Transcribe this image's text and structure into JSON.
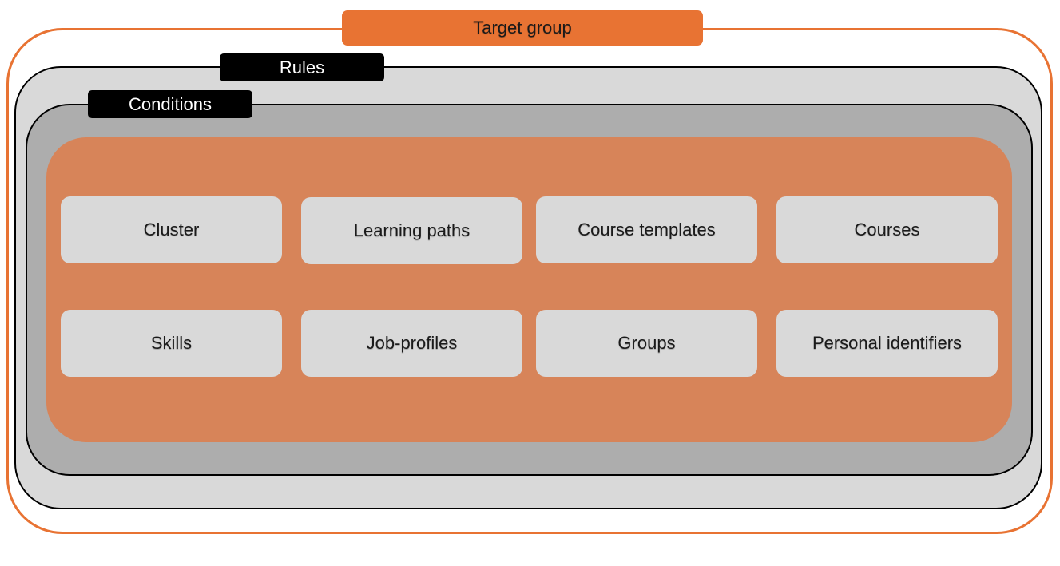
{
  "diagram": {
    "target_group": {
      "label": "Target group"
    },
    "rules": {
      "label": "Rules"
    },
    "conditions": {
      "label": "Conditions"
    },
    "condition_types": [
      "Cluster",
      "Learning paths",
      "Course templates",
      "Courses",
      "Skills",
      "Job-profiles",
      "Groups",
      "Personal identifiers"
    ]
  },
  "colors": {
    "accent_orange": "#e87333",
    "condition_area": "#d78459",
    "rules_fill": "#d9d9d9",
    "conditions_fill": "#adadad",
    "label_black": "#000000",
    "tile_fill": "#d9d9d9"
  }
}
